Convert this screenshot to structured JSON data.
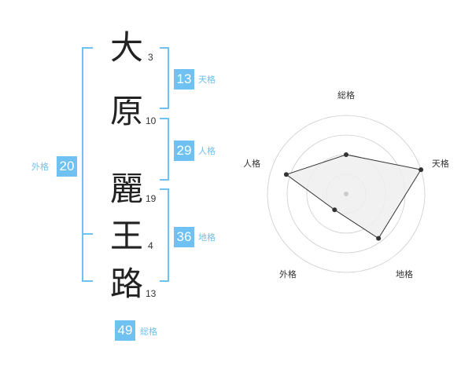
{
  "name": {
    "chars": [
      {
        "char": "大",
        "strokes": "3"
      },
      {
        "char": "原",
        "strokes": "10"
      },
      {
        "char": "麗",
        "strokes": "19"
      },
      {
        "char": "王",
        "strokes": "4"
      },
      {
        "char": "路",
        "strokes": "13"
      }
    ]
  },
  "fortune": {
    "tenkaku": {
      "value": "13",
      "label": "天格"
    },
    "jinkaku": {
      "value": "29",
      "label": "人格"
    },
    "chikaku": {
      "value": "36",
      "label": "地格"
    },
    "gaikaku": {
      "value": "20",
      "label": "外格"
    },
    "soukaku": {
      "value": "49",
      "label": "総格"
    }
  },
  "chart_data": {
    "type": "radar",
    "axes": [
      "総格",
      "天格",
      "地格",
      "外格",
      "人格"
    ],
    "values": [
      0.5,
      1.0,
      0.7,
      0.25,
      0.8
    ],
    "rings": 4,
    "colors": {
      "accent": "#6ec1f0",
      "fill": "#eeeeee",
      "stroke": "#333333",
      "grid": "#cccccc"
    }
  }
}
